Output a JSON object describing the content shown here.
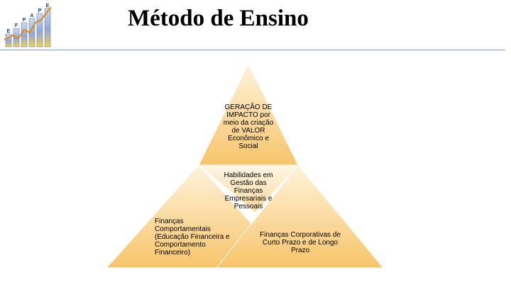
{
  "title": "Método de Ensino",
  "logo": {
    "letters": [
      "E",
      "F",
      "P",
      "A",
      "P",
      "E"
    ]
  },
  "diagram": {
    "top": "GERAÇÃO DE IMPACTO por meio da criação de VALOR Econômico e Social",
    "middle": "Habilidades em Gestão das Finanças Empresariais e Pessoais",
    "left": "Finanças Comportamentais (Educação Financeira e Comportamento Financeiro)",
    "right": "Finanças Corporativas de Curto Prazo e de Longo Prazo"
  }
}
